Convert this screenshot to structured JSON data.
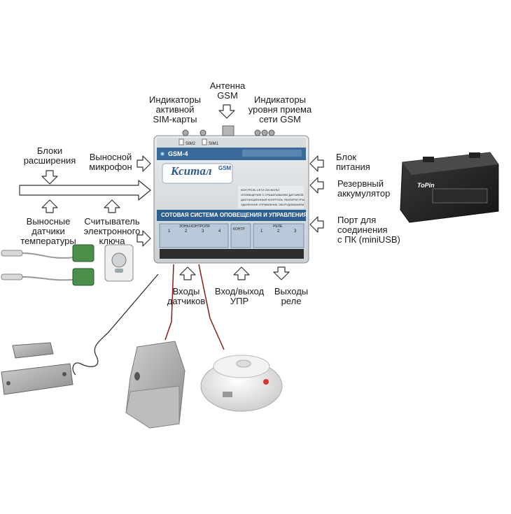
{
  "labels": {
    "antenna": [
      "Антенна",
      "GSM"
    ],
    "sim_indicators": [
      "Индикаторы",
      "активной",
      "SIM-карты"
    ],
    "signal_indicators": [
      "Индикаторы",
      "уровня приема",
      "сети GSM"
    ],
    "expansion": [
      "Блоки",
      "расширения"
    ],
    "microphone": [
      "Выносной",
      "микрофон"
    ],
    "power": [
      "Блок",
      "питания"
    ],
    "battery": [
      "Резервный",
      "аккумулятор"
    ],
    "temp_sensors": [
      "Выносные",
      "датчики",
      "температуры"
    ],
    "key_reader": [
      "Считыватель",
      "электронного",
      "ключа"
    ],
    "pc_port": [
      "Порт для",
      "соединения",
      "с ПК (miniUSB)"
    ],
    "sensor_inputs": [
      "Входы",
      "датчиков"
    ],
    "upr_io": [
      "Вход/выход",
      "УПР"
    ],
    "relay_outputs": [
      "Выходы",
      "реле"
    ]
  },
  "device": {
    "model": "GSM-4",
    "brand": "Кситал",
    "brand_suffix": "GSM",
    "sim2": "SIM2",
    "sim1": "SIM1",
    "banner": "СОТОВАЯ СИСТЕМА ОПОВЕЩЕНИЯ И УПРАВЛЕНИЯ",
    "features": [
      "КОНТРОЛЬ СЕТИ 220 ВОЛЬТ",
      "ОПОВЕЩЕНИЕ О СРАБАТЫВАНИИ ДАТЧИКОВ",
      "ДИСТАНЦИОННЫЙ КОНТРОЛЬ ТЕМПЕРАТУРЫ",
      "УДАЛЕННОЕ УПРАВЛЕНИЕ ОБОРУДОВАНИЕМ"
    ],
    "zones_title": "ЗОНЫ КОНТРОЛЯ",
    "zones": [
      "1",
      "2",
      "3",
      "4"
    ],
    "kontr_title": "КОНТР",
    "relay_title": "РЕЛЕ",
    "relays": [
      "1",
      "2",
      "3"
    ]
  },
  "battery_brand": "ToPin",
  "colors": {
    "device_blue": "#2f5f8f",
    "device_body": "#dfe3e6",
    "arrow_fill": "#ffffff",
    "arrow_stroke": "#333333",
    "sensor_wire": "#8b1a1a"
  }
}
